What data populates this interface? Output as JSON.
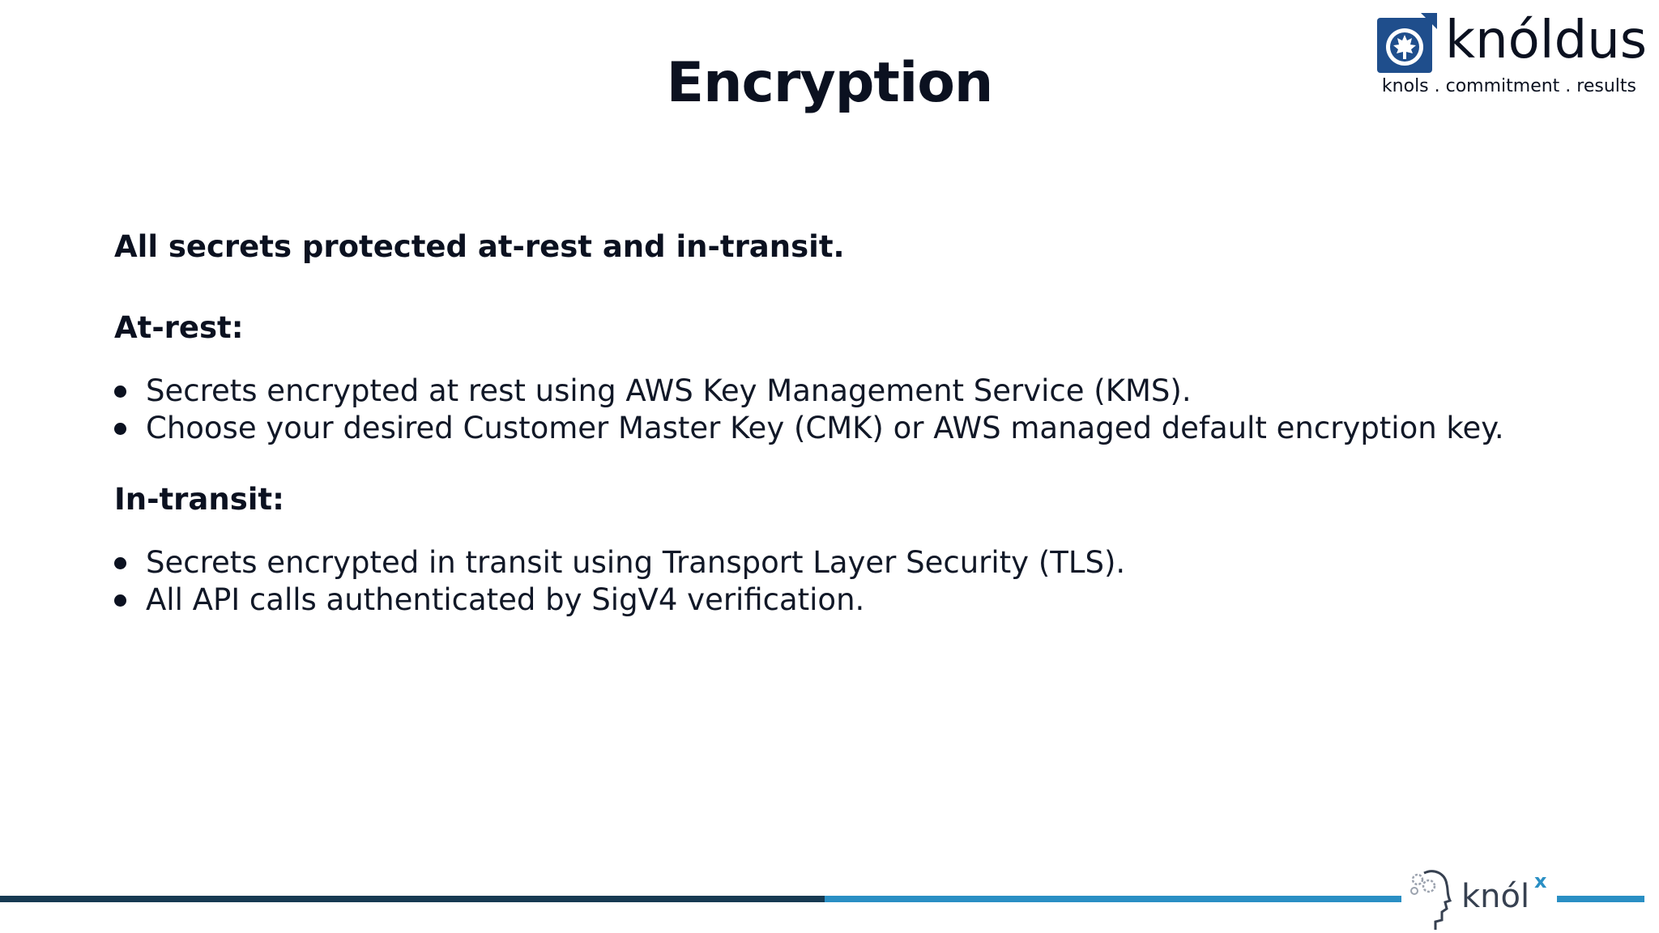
{
  "slide": {
    "title": "Encryption",
    "lead": "All secrets protected at-rest and in-transit.",
    "sections": [
      {
        "heading": "At-rest:",
        "bullets": [
          "Secrets encrypted at rest using AWS Key Management Service (KMS).",
          "Choose your desired Customer Master Key (CMK) or AWS managed default encryption key."
        ]
      },
      {
        "heading": "In-transit:",
        "bullets": [
          "Secrets encrypted in transit using Transport Layer Security (TLS).",
          "All API calls authenticated by SigV4 verification."
        ]
      }
    ]
  },
  "branding": {
    "logo_name": "knóldus",
    "logo_tagline": "knols . commitment . results",
    "logo_icon": "maple-leaf-badge-icon",
    "footer_logo_text": "knól",
    "footer_logo_superscript": "x",
    "footer_icon": "thinking-head-gears-icon"
  },
  "colors": {
    "text": "#0b1120",
    "brand_dark_blue": "#173a52",
    "brand_light_blue": "#2a8fc4",
    "logo_blue": "#1f4e8c",
    "background": "#ffffff"
  }
}
